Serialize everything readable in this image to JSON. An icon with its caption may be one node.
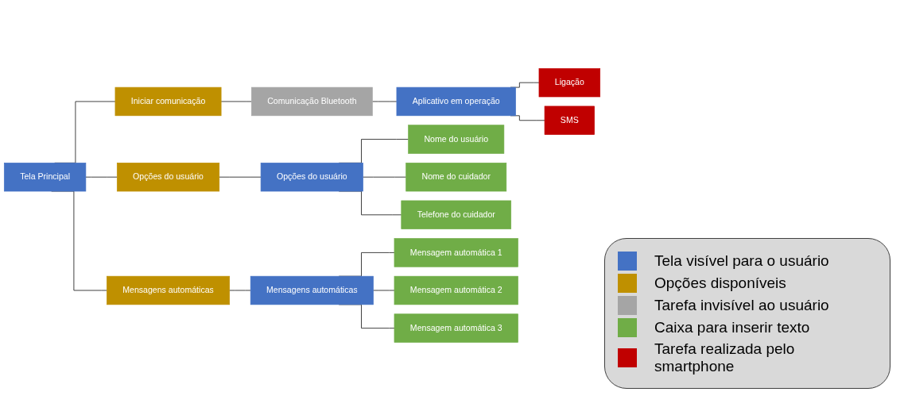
{
  "diagram": {
    "nodes": [
      {
        "text": [
          "Tela Principal"
        ]
      },
      {
        "text": [
          "Iniciar comunicação"
        ]
      },
      {
        "text": [
          "Opções do usuário"
        ]
      },
      {
        "text": [
          "Mensagens automáticas"
        ]
      },
      {
        "text": [
          "Comunicação Bluetooth"
        ]
      },
      {
        "text": [
          "Aplicativo em operação"
        ]
      },
      {
        "text": [
          "Ligação"
        ]
      },
      {
        "text": [
          "SMS"
        ]
      },
      {
        "text": [
          "Opções do usuário"
        ]
      },
      {
        "text": [
          "Nome do usuário"
        ]
      },
      {
        "text": [
          "Nome do cuidador"
        ]
      },
      {
        "text": [
          "Telefone do cuidador"
        ]
      },
      {
        "text": [
          "Mensagens automáticas"
        ]
      },
      {
        "text": [
          "Mensagem automática 1"
        ]
      },
      {
        "text": [
          "Mensagem automática 2"
        ]
      },
      {
        "text": [
          "Mensagem automática 3"
        ]
      }
    ],
    "edges": [
      {
        "from": 0,
        "to": 1,
        "arrow": "none"
      },
      {
        "from": 0,
        "to": 2,
        "arrow": "none"
      },
      {
        "from": 0,
        "to": 3,
        "arrow": "none"
      },
      {
        "from": 1,
        "to": 4,
        "arrow": "none"
      },
      {
        "from": 4,
        "to": 5,
        "arrow": "none"
      },
      {
        "from": 5,
        "to": 6,
        "arrow": "none"
      },
      {
        "from": 5,
        "to": 7,
        "arrow": "none"
      },
      {
        "from": 2,
        "to": 8,
        "arrow": "none"
      },
      {
        "from": 8,
        "to": 9,
        "arrow": "none"
      },
      {
        "from": 8,
        "to": 10,
        "arrow": "none"
      },
      {
        "from": 8,
        "to": 11,
        "arrow": "none"
      },
      {
        "from": 3,
        "to": 12,
        "arrow": "none"
      },
      {
        "from": 12,
        "to": 13,
        "arrow": "none"
      },
      {
        "from": 12,
        "to": 14,
        "arrow": "none"
      },
      {
        "from": 12,
        "to": 15,
        "arrow": "none"
      }
    ],
    "legend": [
      {
        "text": "Tela visível para o usuário",
        "color": "#4472c4"
      },
      {
        "text": "Opções disponíveis",
        "color": "#bf9000"
      },
      {
        "text": "Tarefa invisível ao usuário",
        "color": "#a5a5a5"
      },
      {
        "text": "Caixa para inserir texto",
        "color": "#70ad47"
      },
      {
        "text": "Tarefa realizada pelo smartphone",
        "color": "#c00000"
      }
    ]
  }
}
